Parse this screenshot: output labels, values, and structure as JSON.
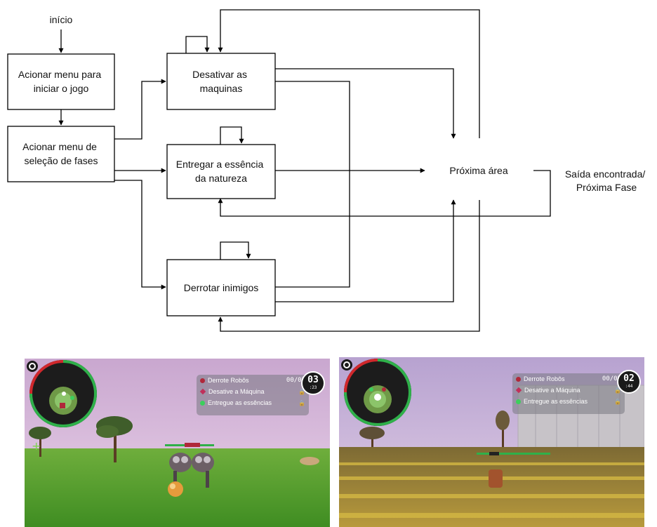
{
  "diagram": {
    "start_label": "início",
    "nodes": {
      "menu_start": [
        "Acionar menu para",
        "iniciar o jogo"
      ],
      "menu_select": [
        "Acionar menu de",
        "seleção de fases"
      ],
      "disable_machines": [
        "Desativar as",
        "maquinas"
      ],
      "deliver_essence": [
        "Entregar a essência",
        "da natureza"
      ],
      "defeat_enemies": [
        "Derrotar inimigos"
      ],
      "next_area": [
        "Próxima área"
      ],
      "exit_found": [
        "Saída encontrada/",
        "Próxima Fase"
      ]
    }
  },
  "screenshots": {
    "left": {
      "objectives": [
        {
          "label": "Derrote Robôs",
          "count": "00/02",
          "locked": false
        },
        {
          "label": "Desative a Máquina",
          "count": "",
          "locked": true
        },
        {
          "label": "Entregue as essências",
          "count": "",
          "locked": true
        }
      ],
      "timer_main": "03",
      "timer_sub": ":23"
    },
    "right": {
      "objectives": [
        {
          "label": "Derrote Robôs",
          "count": "00/02",
          "locked": false
        },
        {
          "label": "Desative a Máquina",
          "count": "",
          "locked": true
        },
        {
          "label": "Entregue as essências",
          "count": "",
          "locked": true
        }
      ],
      "timer_main": "02",
      "timer_sub": ":44"
    }
  },
  "colors": {
    "robot": "#b0283a",
    "machine": "#c0305a",
    "essence": "#3ccf5c",
    "ring_red": "#d0282c",
    "ring_green": "#2fb04a"
  }
}
